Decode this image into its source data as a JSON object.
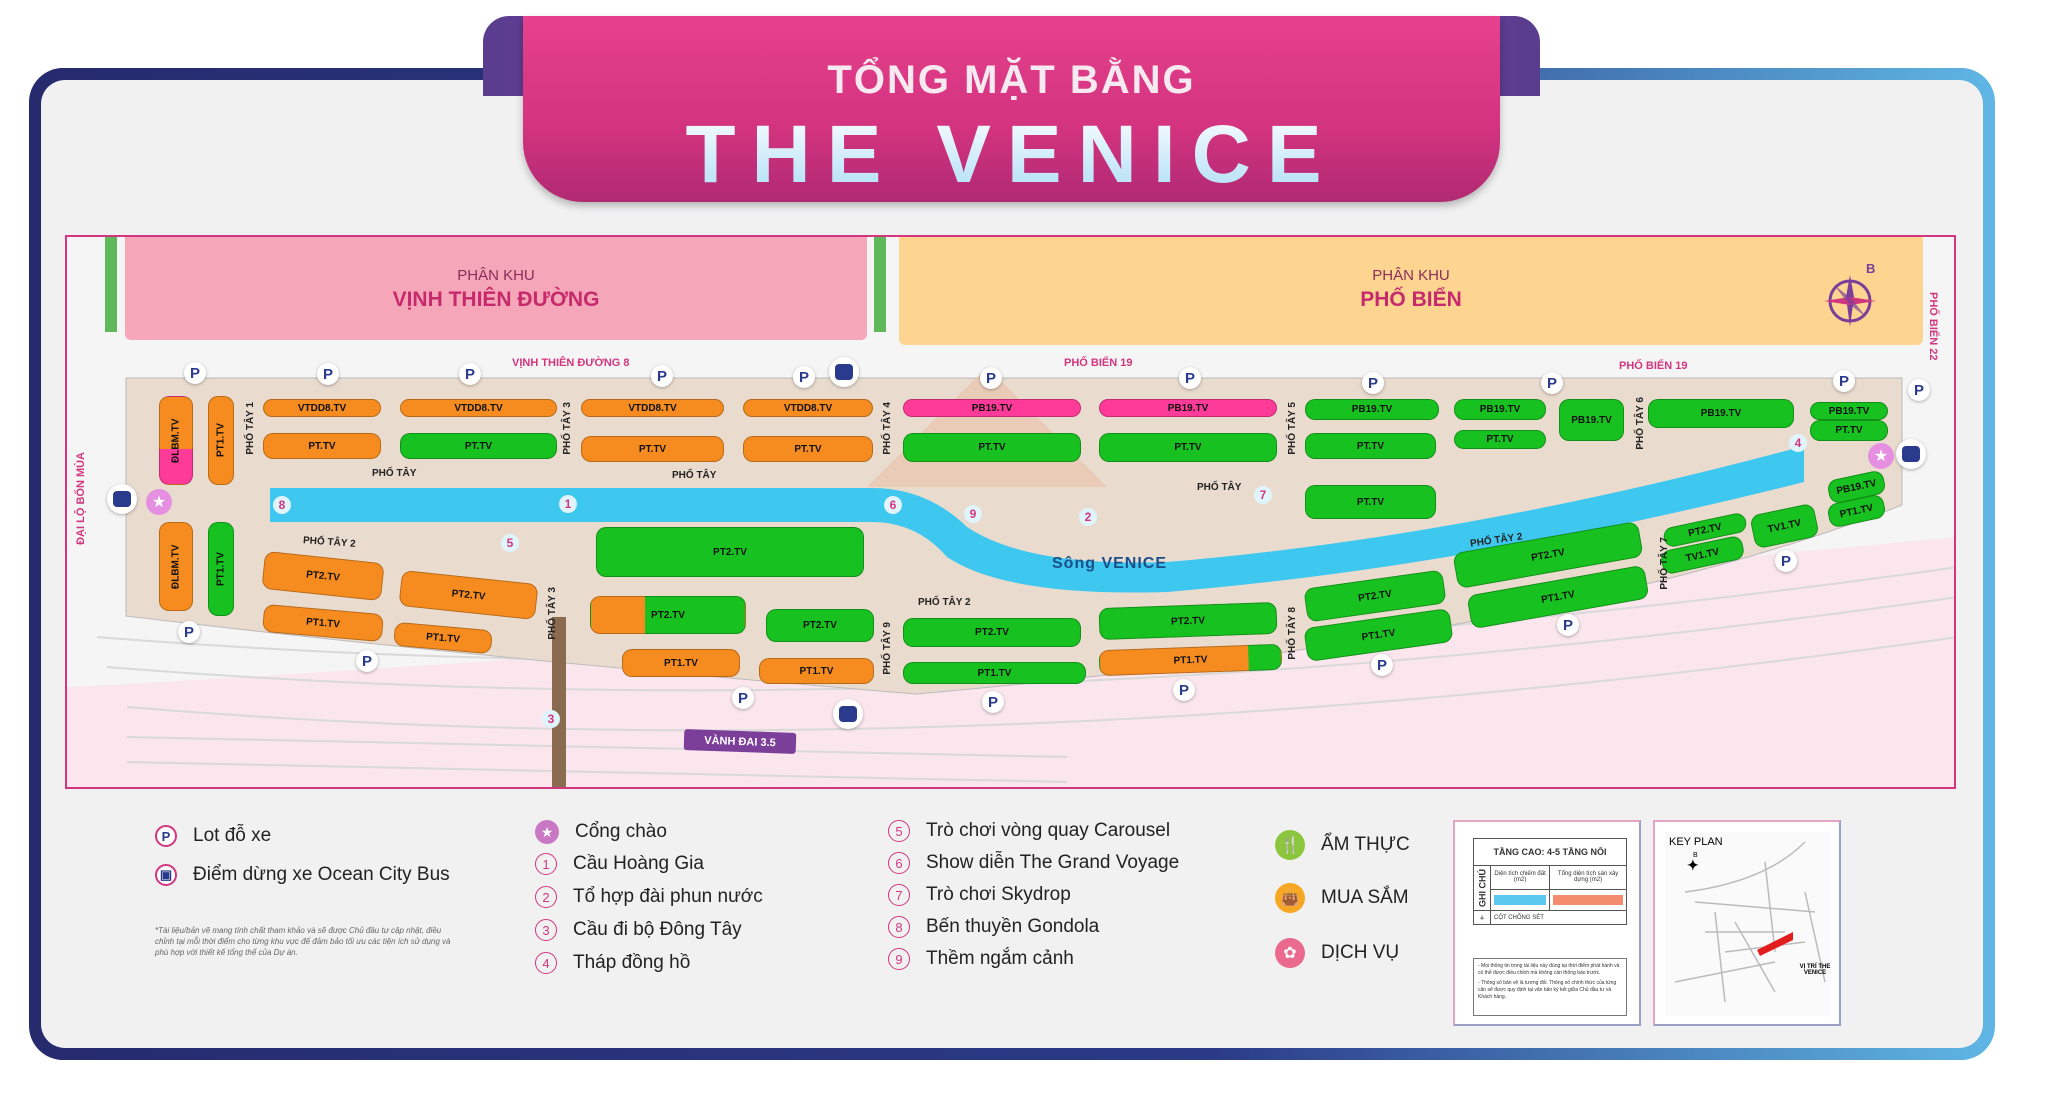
{
  "header": {
    "subtitle": "TỔNG MẶT BẰNG",
    "title": "THE VENICE"
  },
  "map": {
    "zones": [
      {
        "prefix": "PHÂN KHU",
        "name": "VỊNH THIÊN ĐƯỜNG"
      },
      {
        "prefix": "PHÂN KHU",
        "name": "PHỐ BIỂN"
      }
    ],
    "compass_label": "B",
    "roads": {
      "top_left": "VỊNH THIÊN ĐƯỜNG 8",
      "top_mid": "PHỐ BIỂN 19",
      "top_right": "PHỐ BIỂN 19",
      "right": "PHỐ BIỂN 22",
      "left": "ĐẠI LỘ BỐN MÙA",
      "ring": "VÀNH ĐAI 3.5"
    },
    "river": "Sông VENICE",
    "streets": [
      "PHỐ TÂY 1",
      "PHỐ TÂY 3",
      "PHỐ TÂY 4",
      "PHỐ TÂY 5",
      "PHỐ TÂY 6",
      "PHỐ TÂY 7",
      "PHỐ TÂY 8",
      "PHỐ TÂY",
      "PHỐ TÂY 2",
      "PHỐ TÂY 3",
      "PHỐ TÂY 9",
      "PHỐ TÂY",
      "PHỐ TÂY 2",
      "PHỐ TÂY",
      "PHỐ TÂY 2"
    ],
    "blocks": [
      "ĐLBM.TV",
      "PT1.TV",
      "ĐLBM.TV",
      "PT1.TV",
      "VTDD8.TV",
      "VTDD8.TV",
      "PT.TV",
      "PT.TV",
      "VTDD8.TV",
      "VTDD8.TV",
      "PT.TV",
      "PT.TV",
      "PT2.TV",
      "PT2.TV",
      "PT1.TV",
      "PT1.TV",
      "PT2.TV",
      "PT2.TV",
      "PT2.TV",
      "PT1.TV",
      "PT1.TV",
      "PB19.TV",
      "PB19.TV",
      "PT.TV",
      "PT.TV",
      "PT2.TV",
      "PT2.TV",
      "PT1.TV",
      "PT1.TV",
      "PB19.TV",
      "PT.TV",
      "PB19.TV",
      "PT.TV",
      "PB19.TV",
      "PB19.TV",
      "PB19.TV",
      "PT.TV",
      "PT.TV",
      "PT2.TV",
      "PT1.TV",
      "PT2.TV",
      "PT1.TV",
      "PT2.TV",
      "TV1.TV",
      "TV1.TV",
      "PB19.TV",
      "PT1.TV"
    ],
    "markers": [
      "1",
      "2",
      "3",
      "4",
      "5",
      "6",
      "7",
      "8",
      "9"
    ],
    "parking_label": "P"
  },
  "legend": {
    "parking": "Lot đỗ xe",
    "bus": "Điểm dừng xe Ocean City Bus",
    "disclaimer": "*Tài liệu/bản vẽ mang tính chất tham khảo và sẽ được Chủ đầu tư cập nhật, điều chỉnh tại mỗi thời điểm cho từng khu vực để đảm bảo tối ưu các tiện ích sử dụng và phù hợp với thiết kế tổng thể của Dự án.",
    "gate": "Cổng chào",
    "items": [
      {
        "n": "1",
        "label": "Cầu Hoàng Gia"
      },
      {
        "n": "2",
        "label": "Tổ hợp đài phun nước"
      },
      {
        "n": "3",
        "label": "Cầu đi bộ Đông Tây"
      },
      {
        "n": "4",
        "label": "Tháp đồng hồ"
      },
      {
        "n": "5",
        "label": "Trò chơi vòng quay Carousel"
      },
      {
        "n": "6",
        "label": "Show diễn The Grand Voyage"
      },
      {
        "n": "7",
        "label": "Trò chơi Skydrop"
      },
      {
        "n": "8",
        "label": "Bến thuyền Gondola"
      },
      {
        "n": "9",
        "label": "Thềm ngắm cảnh"
      }
    ],
    "categories": [
      {
        "label": "ẨM THỰC",
        "color": "#8cc63f"
      },
      {
        "label": "MUA SẮM",
        "color": "#f7a823"
      },
      {
        "label": "DỊCH VỤ",
        "color": "#e96a8c"
      }
    ]
  },
  "info_box": {
    "height": "TẦNG CAO: 4-5 TẦNG NỔI",
    "side": "GHI CHÚ",
    "col1": "Diện tích chiếm đất (m2)",
    "col2": "Tổng diện tích sàn xây dựng (m2)",
    "lightning": "CỘT CHỐNG SÉT",
    "note1": "- Mọi thông tin trong tài liệu này đúng tại thời điểm phát hành và có thể được điều chỉnh mà không cần thông báo trước.",
    "note2": "- Thông số bản vẽ là tương đối. Thông số chính thức của từng căn sẽ được quy định tại văn bản ký kết giữa Chủ đầu tư và Khách hàng.",
    "swatch1": "#5bc8f0",
    "swatch2": "#f28c6c"
  },
  "key_plan": {
    "title": "KEY PLAN",
    "north": "B",
    "location": "VỊ TRÍ THE VENICE"
  }
}
